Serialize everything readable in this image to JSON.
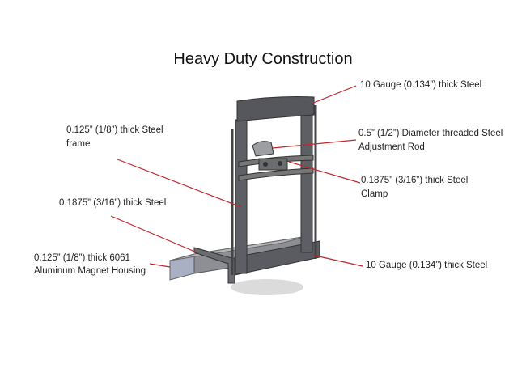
{
  "title": "Heavy Duty Construction",
  "labels": {
    "top_bar": "10 Gauge (0.134”) thick Steel",
    "frame_1": "0.125” (1/8”) thick Steel",
    "frame_2": "frame",
    "rod_1": "0.5” (1/2”) Diameter threaded Steel",
    "rod_2": "Adjustment Rod",
    "clamp_1": "0.1875” (3/16”) thick Steel",
    "clamp_2": "Clamp",
    "bracket": "0.1875” (3/16”) thick Steel",
    "housing_1": "0.125” (1/8”) thick 6061",
    "housing_2": "Aluminum Magnet Housing",
    "base_plate": "10 Gauge (0.134”) thick Steel"
  },
  "colors": {
    "leader": "#c0262c",
    "steel": "#55575c",
    "steel_light": "#8a8c90",
    "aluminum": "#a9b0c4"
  }
}
